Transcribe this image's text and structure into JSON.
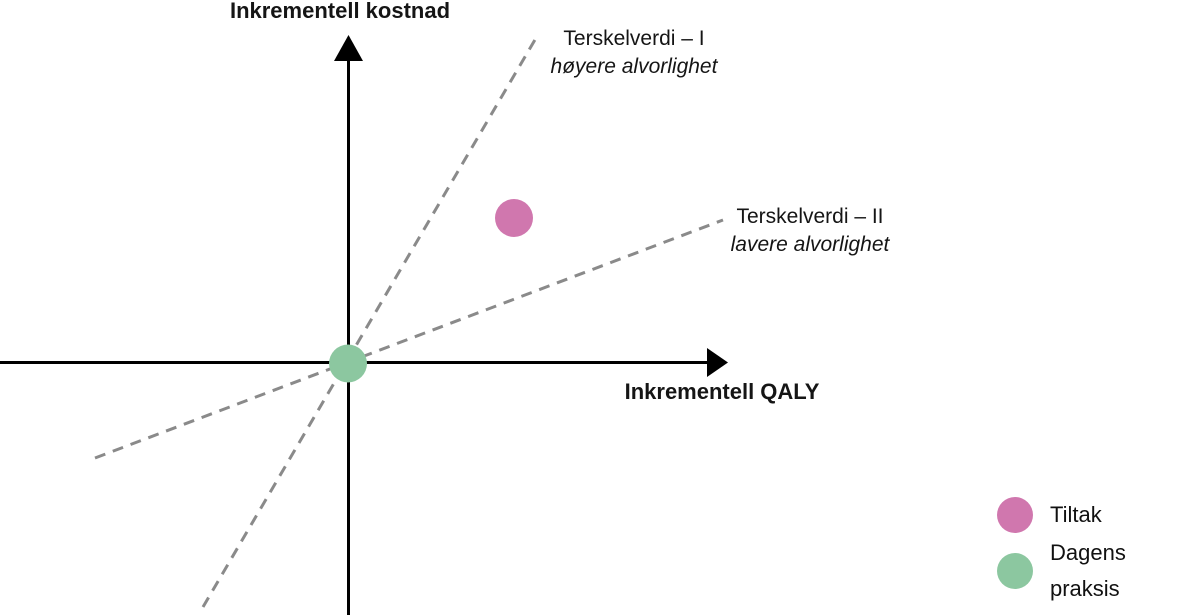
{
  "axes": {
    "y_label": "Inkrementell kostnad",
    "x_label": "Inkrementell QALY"
  },
  "threshold_lines": [
    {
      "name": "Terskelverdi – I",
      "description": "høyere alvorlighet"
    },
    {
      "name": "Terskelverdi – II",
      "description": "lavere alvorlighet"
    }
  ],
  "points": [
    {
      "label": "Tiltak",
      "color": "#d077ae",
      "position": "upper-right-quadrant"
    },
    {
      "label": "Dagens praksis",
      "color": "#8cc7a0",
      "position": "origin"
    }
  ],
  "legend": [
    {
      "label": "Tiltak",
      "color": "#d077ae"
    },
    {
      "label": "Dagens praksis",
      "color": "#8cc7a0"
    }
  ],
  "colors": {
    "axis": "#000000",
    "threshold_line": "#8a8a8a",
    "background": "#ffffff",
    "text": "#151515"
  }
}
